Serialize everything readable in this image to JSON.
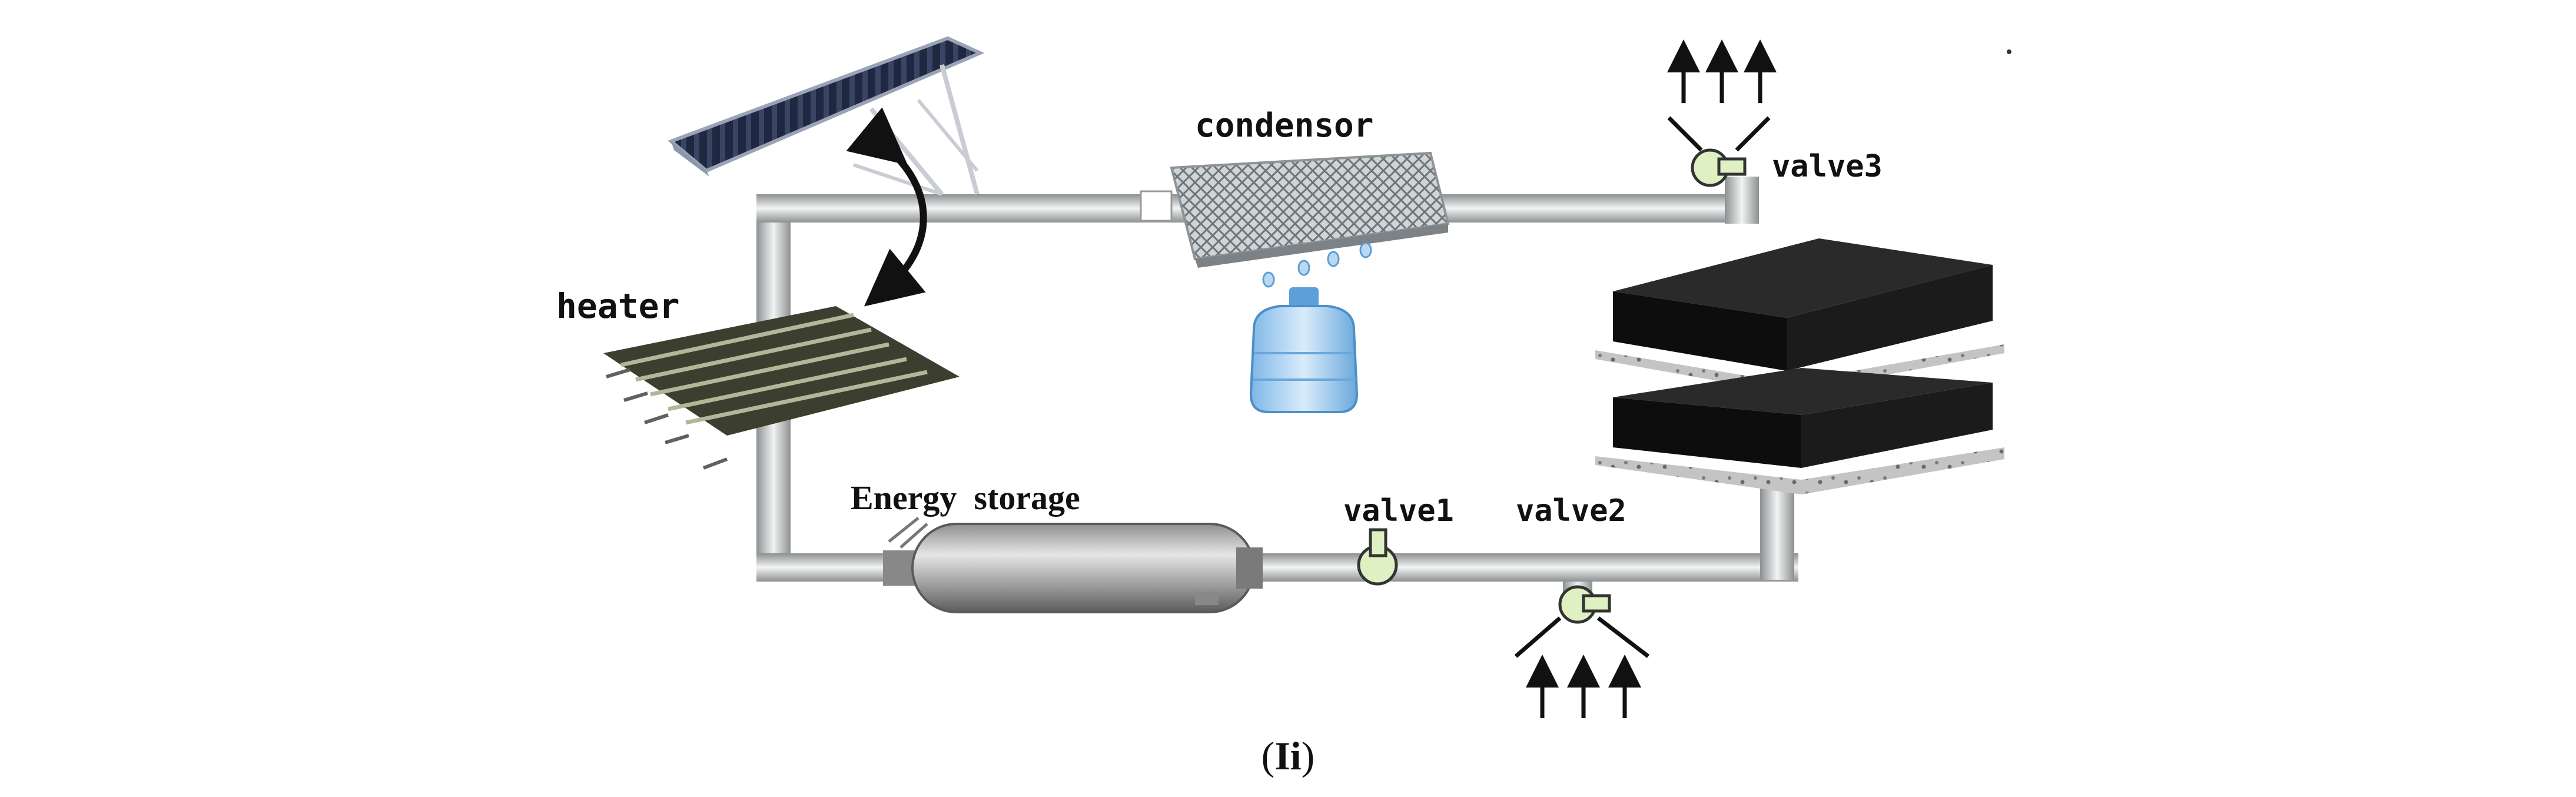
{
  "diagram": {
    "labels": {
      "condensor": "condensor",
      "heater": "heater",
      "energy_storage": "Energy  storage",
      "valve1": "valve1",
      "valve2": "valve2",
      "valve3": "valve3"
    },
    "caption": {
      "open": "(",
      "bold": "Ii",
      "close": ")"
    },
    "colors": {
      "pipe": "#a9acae",
      "valve": "#dff0c2",
      "tank": "#b4b4b4",
      "bed": "#151515",
      "plate": "#bdbdbd",
      "water": "#b9d9f3"
    },
    "icons": [
      "solar-collector-icon",
      "heater-panel-icon",
      "condensor-icon",
      "water-bottle-icon",
      "storage-tank-icon",
      "adsorbent-bed-icon",
      "valve-icon",
      "arrow-icon"
    ]
  }
}
